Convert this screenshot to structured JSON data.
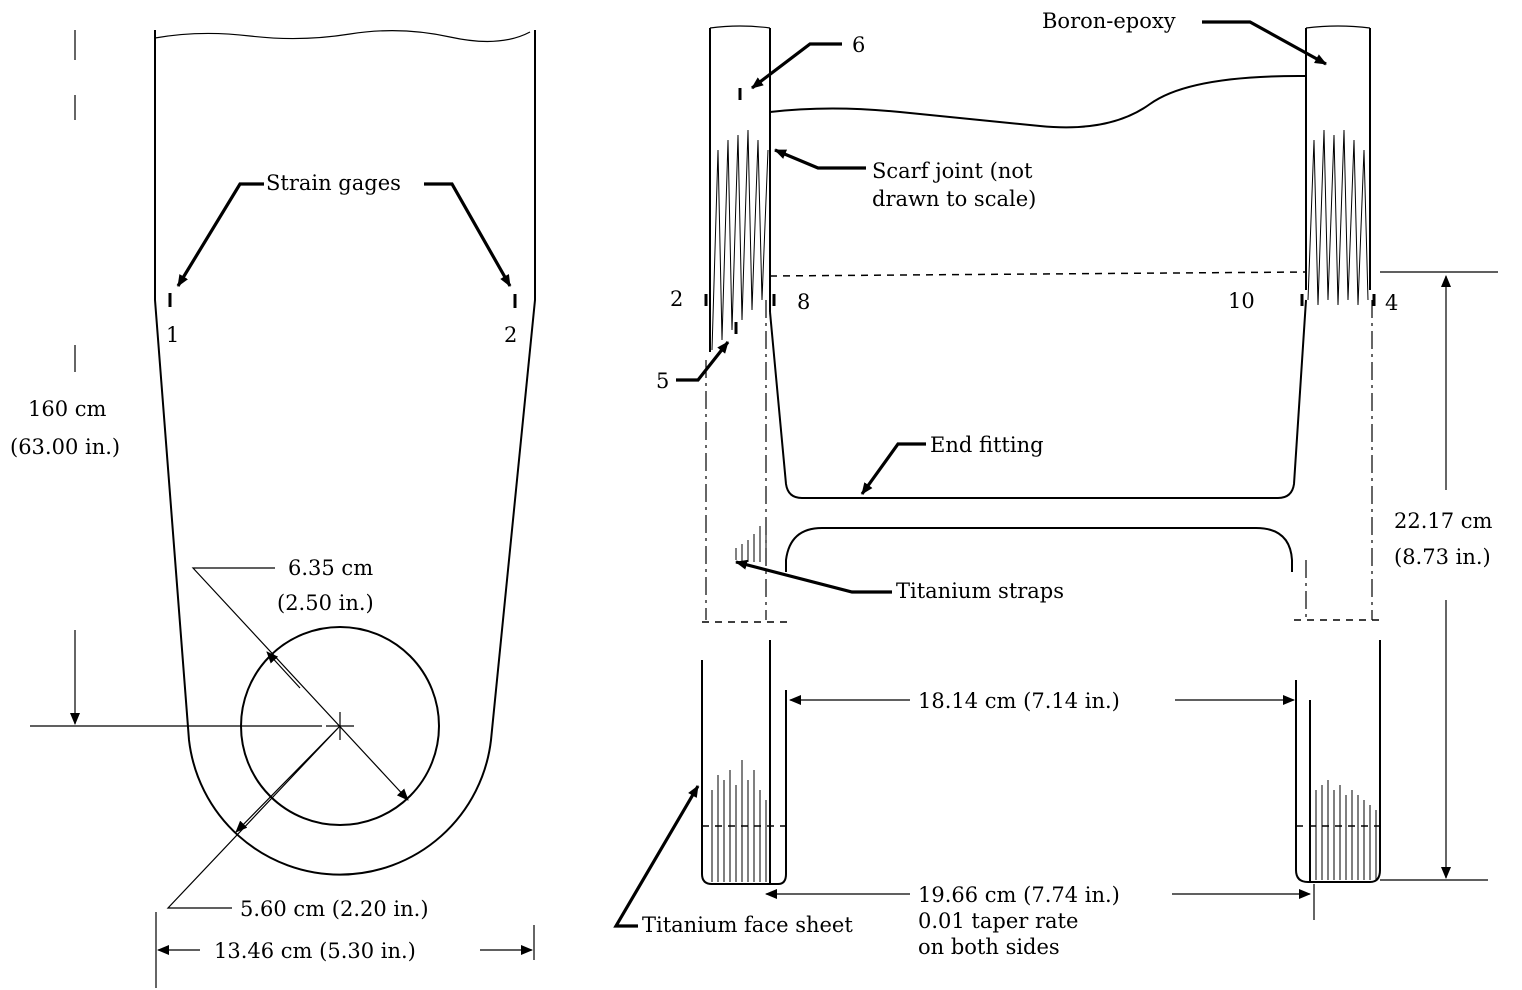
{
  "left_view": {
    "strain_gages_label": "Strain gages",
    "gage_1": "1",
    "gage_2": "2",
    "length_cm": "160 cm",
    "length_in": "(63.00 in.)",
    "outer_radius_cm": "6.35 cm",
    "outer_radius_in": "(2.50 in.)",
    "hole_dim": "5.60 cm (2.20 in.)",
    "width_dim": "13.46 cm (5.30 in.)"
  },
  "right_view": {
    "boron_epoxy": "Boron-epoxy",
    "gage_6": "6",
    "scarf_joint_1": "Scarf joint (not",
    "scarf_joint_2": "drawn to scale)",
    "gage_2": "2",
    "gage_8": "8",
    "gage_10": "10",
    "gage_4": "4",
    "gage_5": "5",
    "end_fitting": "End fitting",
    "titanium_straps": "Titanium straps",
    "height_cm": "22.17 cm",
    "height_in": "(8.73 in.)",
    "inner_width": "18.14 cm (7.14 in.)",
    "outer_width": "19.66 cm (7.74 in.)",
    "taper_1": "0.01 taper rate",
    "taper_2": "on both sides",
    "face_sheet": "Titanium face sheet"
  }
}
